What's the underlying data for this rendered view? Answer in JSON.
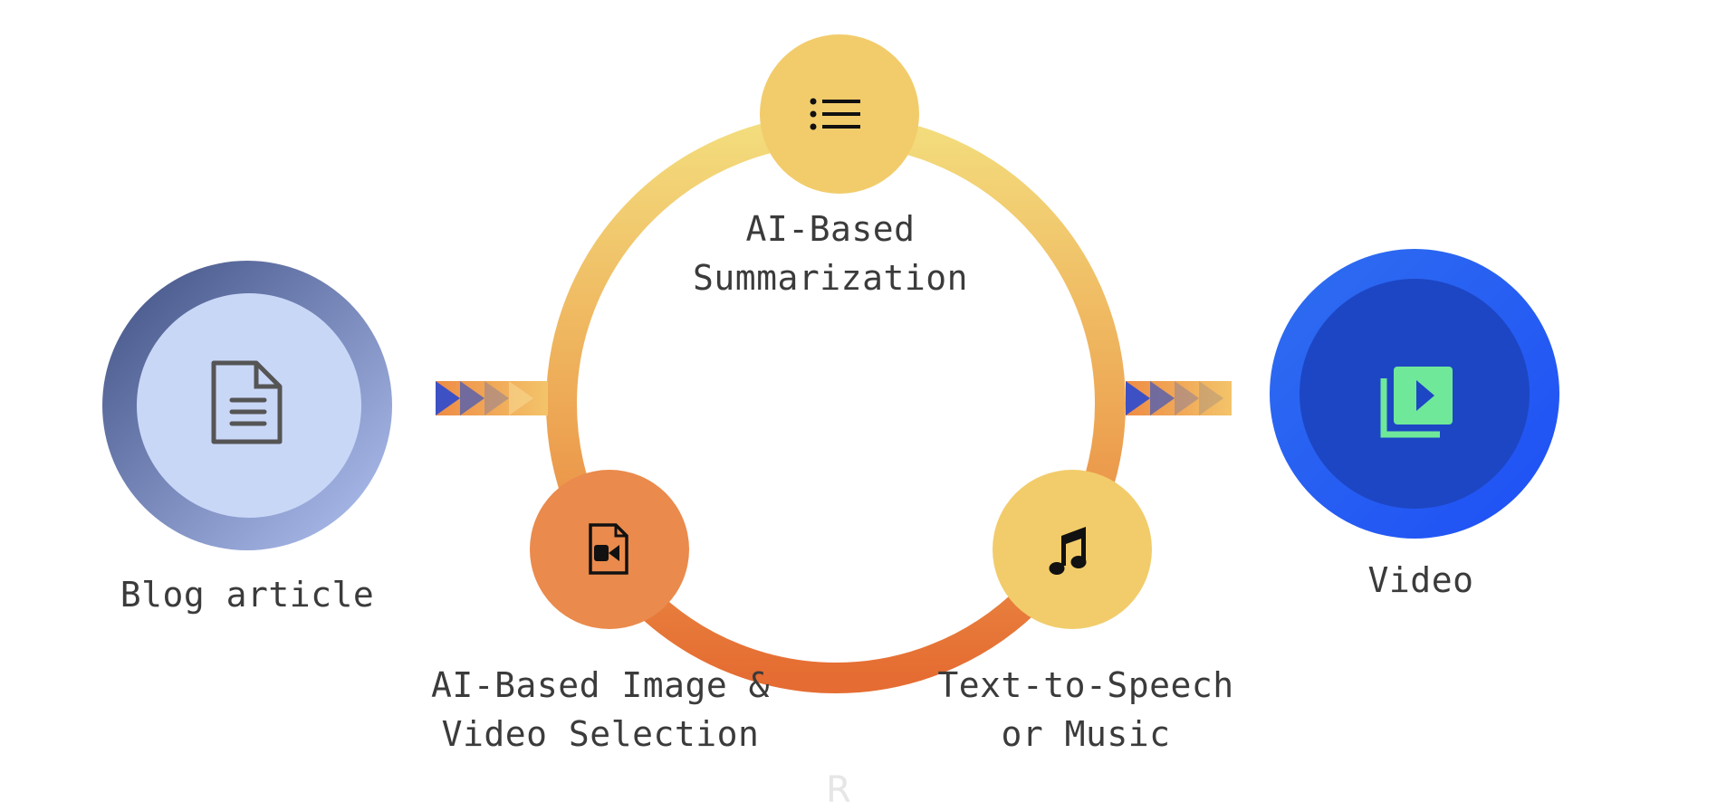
{
  "nodes": {
    "input": {
      "label": "Blog article",
      "icon": "document-icon"
    },
    "summarization": {
      "label_line1": "AI-Based",
      "label_line2": "Summarization",
      "icon": "list-icon"
    },
    "media_selection": {
      "label_line1": "AI-Based Image &",
      "label_line2": "Video Selection",
      "icon": "video-file-icon"
    },
    "speech": {
      "label_line1": "Text-to-Speech",
      "label_line2": "or Music",
      "icon": "music-note-icon"
    },
    "output": {
      "label": "Video",
      "icon": "video-library-icon"
    }
  },
  "watermark": "R",
  "colors": {
    "ring_top": "#f3d77a",
    "ring_bottom": "#e66f34",
    "summary_circle": "#f2cc6b",
    "media_circle": "#ea8a4c",
    "speech_circle": "#f2cc6b",
    "blog_outer": "#4f5f91",
    "blog_inner": "#c9d7f7",
    "video_outer": "#2458f0",
    "video_inner": "#1d46c4",
    "video_icon": "#6fe89a"
  }
}
